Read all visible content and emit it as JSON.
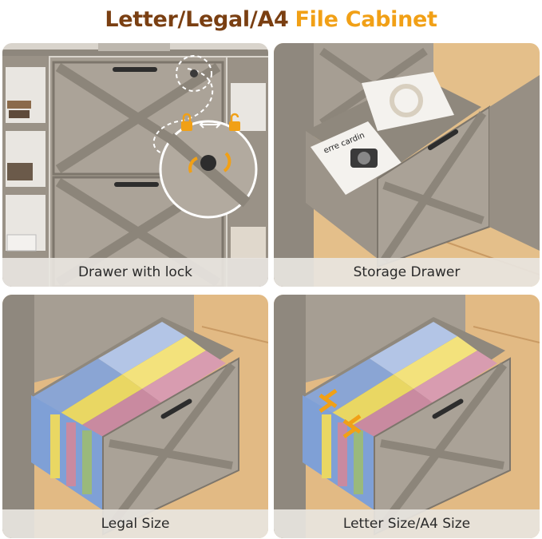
{
  "title": {
    "part1": "Letter/Legal/A4",
    "part2": "File Cabinet"
  },
  "panels": [
    {
      "caption": "Drawer with lock"
    },
    {
      "caption": "Storage Drawer"
    },
    {
      "caption": "Legal Size"
    },
    {
      "caption": "Letter Size/A4 Size"
    }
  ],
  "book_text": "erre cardin",
  "colors": {
    "title_dark": "#7a3f12",
    "title_accent": "#f1a016",
    "wood": "#9d958a",
    "floor": "#e2ba84"
  }
}
